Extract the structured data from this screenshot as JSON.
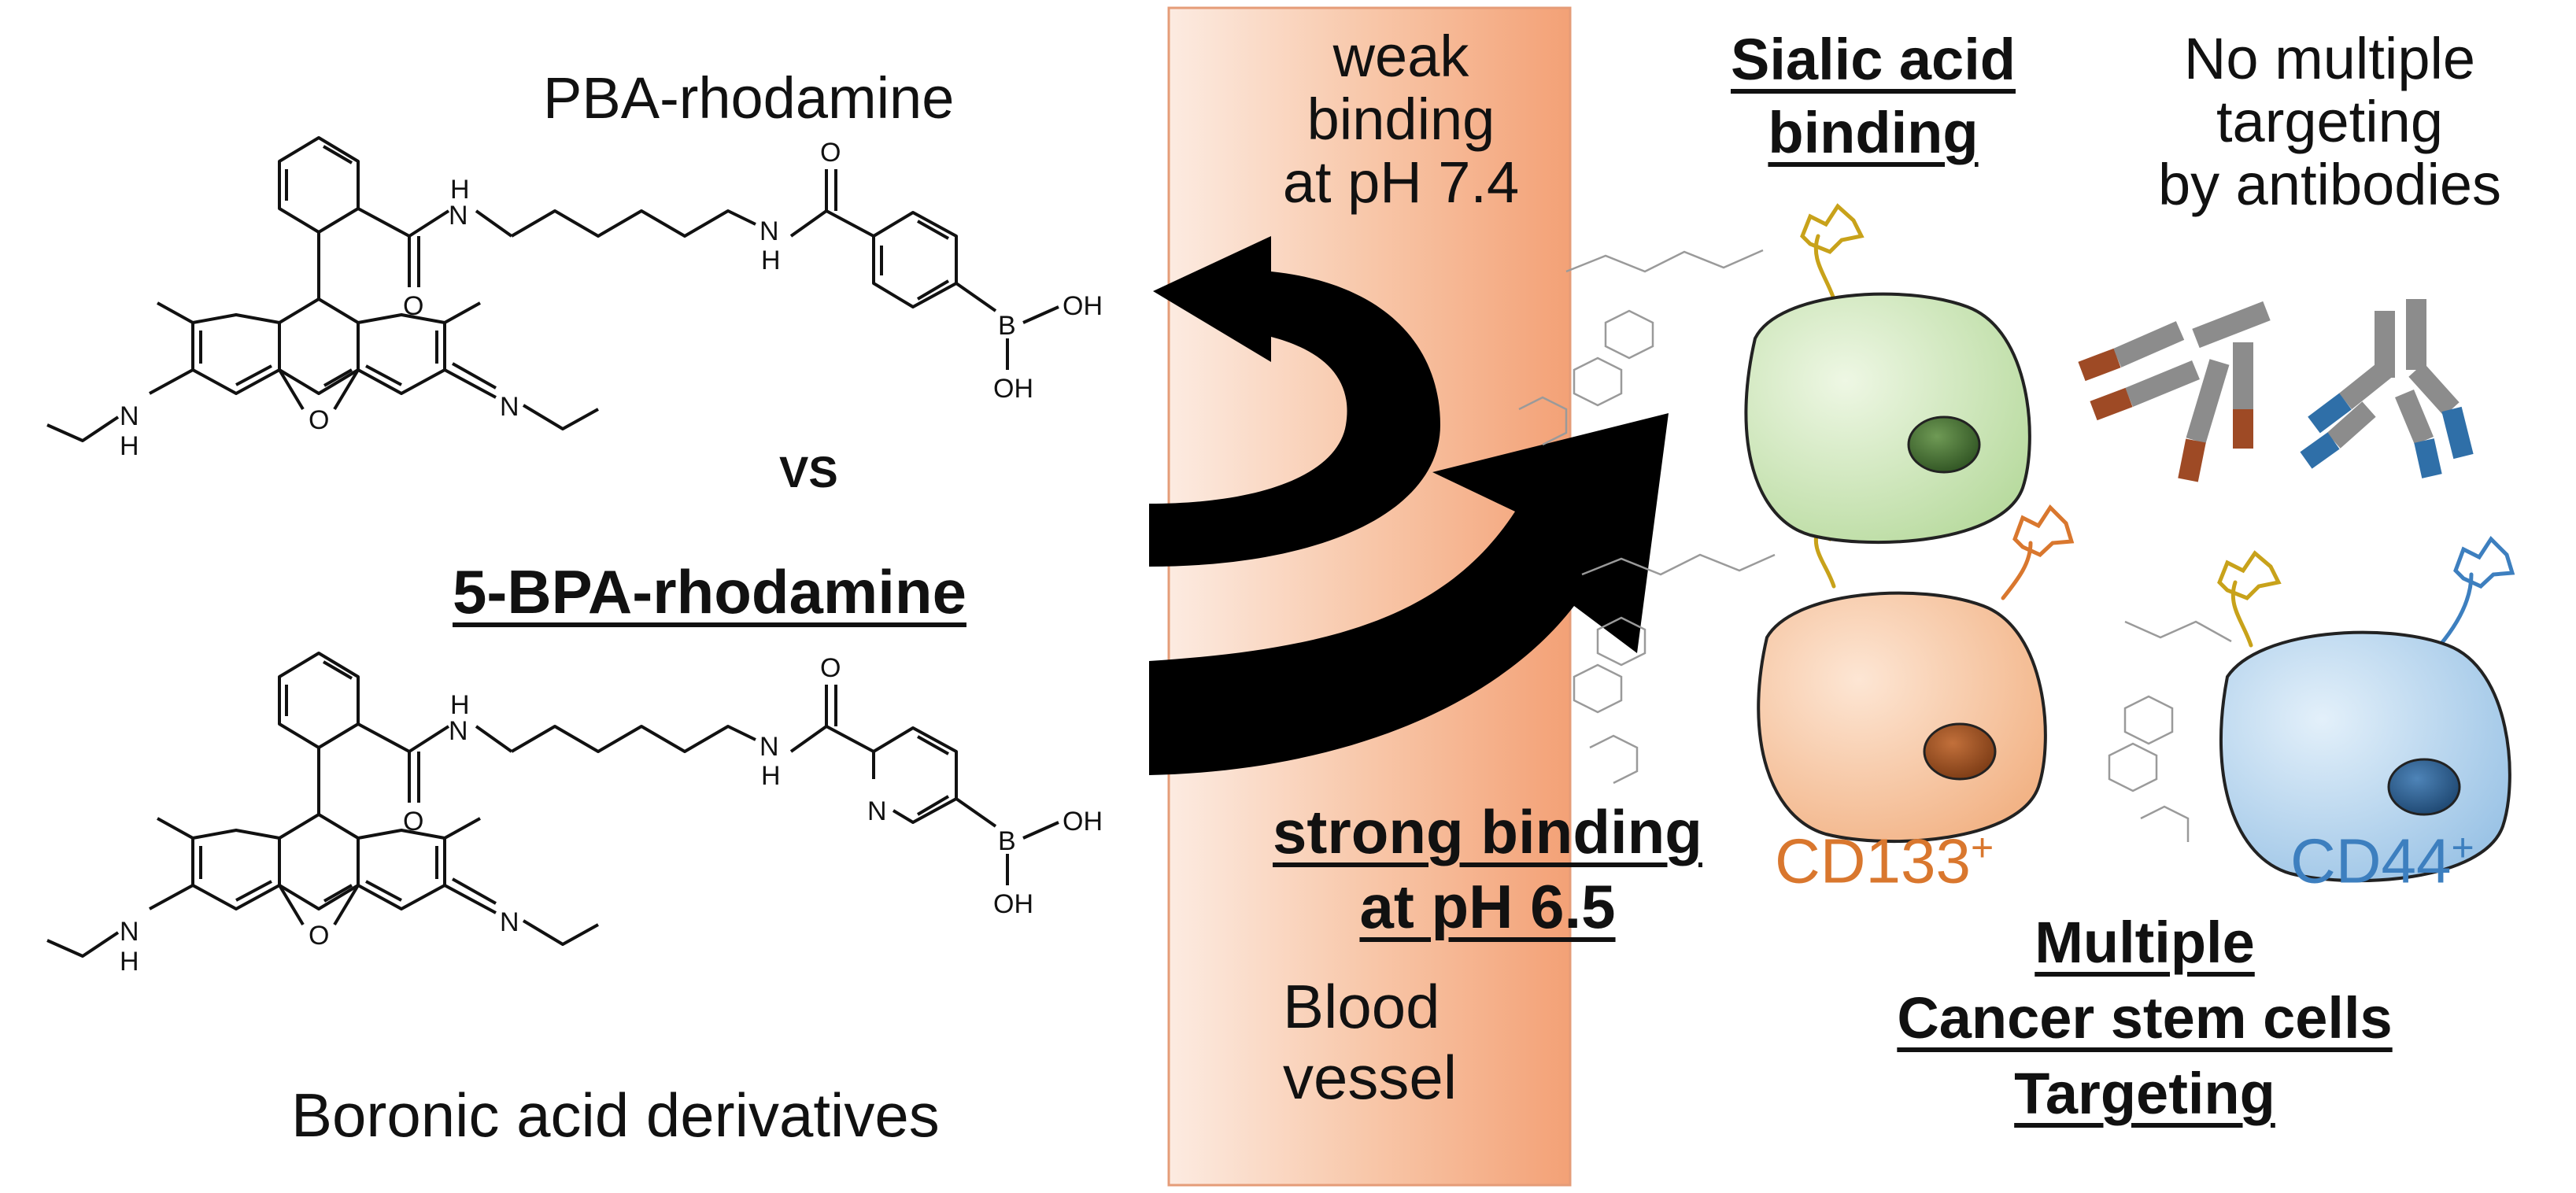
{
  "left_panel": {
    "compound_top_label": "PBA-rhodamine",
    "versus_label": "VS",
    "compound_bottom_label": "5-BPA-rhodamine",
    "caption": "Boronic acid derivatives",
    "atoms_top": {
      "amide_nh_1": "H",
      "amide_n_1": "N",
      "carbonyl_o_1": "O",
      "amide_nh_2": "N",
      "amide_h_2": "H",
      "carbonyl_o_2": "O",
      "boron": "B",
      "oh_1": "OH",
      "oh_2": "OH",
      "ring_o": "O",
      "amine_n": "N",
      "amine_h": "H",
      "imine_n": "N"
    },
    "atoms_bottom": {
      "amide_nh_1": "H",
      "amide_n_1": "N",
      "carbonyl_o_1": "O",
      "amide_nh_2": "N",
      "amide_h_2": "H",
      "carbonyl_o_2": "O",
      "pyridine_n": "N",
      "boron": "B",
      "oh_1": "OH",
      "oh_2": "OH",
      "ring_o": "O",
      "amine_n": "N",
      "amine_h": "H",
      "imine_n": "N"
    }
  },
  "middle_panel": {
    "weak_binding_lines": [
      "weak",
      "binding",
      "at pH 7.4"
    ],
    "strong_binding_lines": [
      "strong binding",
      "at pH 6.5"
    ],
    "vessel_lines": [
      "Blood",
      "vessel"
    ],
    "vessel_color_left": "#fbe3d6",
    "vessel_color_right": "#f4a47c"
  },
  "right_panel": {
    "sialic_lines": [
      "Sialic acid",
      "binding"
    ],
    "antibody_lines": [
      "No multiple",
      "targeting",
      "by antibodies"
    ],
    "cd133_label": "CD133",
    "cd133_sup": "+",
    "cd44_label": "CD44",
    "cd44_sup": "+",
    "targeting_lines": [
      "Multiple",
      "Cancer stem cells",
      "Targeting"
    ],
    "colors": {
      "cd133": "#d9772e",
      "cd44": "#3d7fbf",
      "green_cell": "#cfe7b8",
      "orange_cell": "#f6c39c",
      "blue_cell": "#b4d4ee",
      "sialic_chain": "#c8a21a",
      "antibody_gray": "#8c8c8c",
      "antibody_red": "#9e4a25",
      "antibody_blue": "#2f6fa8"
    }
  }
}
